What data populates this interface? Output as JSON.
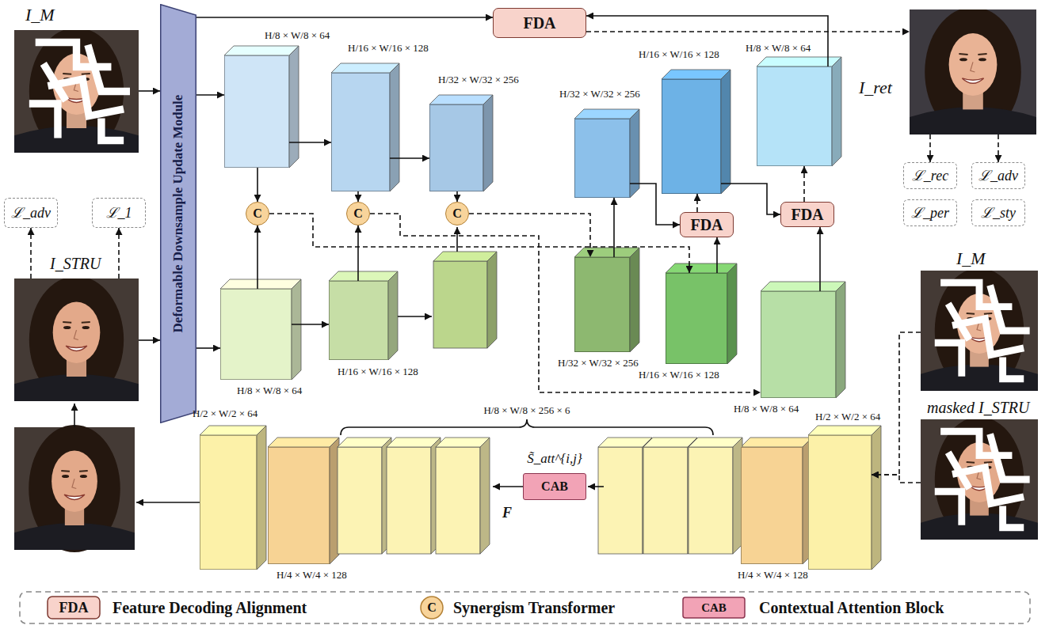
{
  "diagram": {
    "nodes": [
      {
        "text": [
          "I_M"
        ]
      },
      {
        "text": [
          "Deformable Downsample Update Module"
        ]
      },
      {
        "text": [
          "FDA"
        ]
      },
      {
        "text": [
          "I_ret"
        ]
      },
      {
        "text": [
          "H/8 × W/8 × 64"
        ]
      },
      {
        "text": [
          "H/16 × W/16 × 128"
        ]
      },
      {
        "text": [
          "H/32 × W/32 × 256"
        ]
      },
      {
        "text": [
          "H/32 × W/32 × 256"
        ]
      },
      {
        "text": [
          "H/16 × W/16 × 128"
        ]
      },
      {
        "text": [
          "H/8 × W/8 × 64"
        ]
      },
      {
        "text": [
          "ℒ_adv"
        ]
      },
      {
        "text": [
          "ℒ_1"
        ]
      },
      {
        "text": [
          "ℒ_rec"
        ]
      },
      {
        "text": [
          "ℒ_adv"
        ]
      },
      {
        "text": [
          "ℒ_per"
        ]
      },
      {
        "text": [
          "ℒ_sty"
        ]
      },
      {
        "text": [
          "C"
        ]
      },
      {
        "text": [
          "C"
        ]
      },
      {
        "text": [
          "C"
        ]
      },
      {
        "text": [
          "FDA"
        ]
      },
      {
        "text": [
          "FDA"
        ]
      },
      {
        "text": [
          "I_STRU"
        ]
      },
      {
        "text": [
          "I_M"
        ]
      },
      {
        "text": [
          "H/8 × W/8 × 64"
        ]
      },
      {
        "text": [
          "H/16 × W/16 × 128"
        ]
      },
      {
        "text": [
          "H/32 × W/32 × 256"
        ]
      },
      {
        "text": [
          "H/16 × W/16 × 128"
        ]
      },
      {
        "text": [
          "H/8 × W/8 × 64"
        ]
      },
      {
        "text": [
          "masked I_STRU"
        ]
      },
      {
        "text": [
          "CAB"
        ]
      },
      {
        "text": [
          "H/2 × W/2 × 64"
        ]
      },
      {
        "text": [
          "H/4 × W/4 × 128"
        ]
      },
      {
        "text": [
          "H/4 × W/4 × 128"
        ]
      },
      {
        "text": [
          "H/2 × W/2 × 64"
        ]
      }
    ],
    "edges": [
      {
        "from": 0,
        "to": 1,
        "arrow": "to"
      },
      {
        "from": 21,
        "to": 1,
        "arrow": "to"
      },
      {
        "from": 1,
        "to": 2,
        "arrow": "to"
      },
      {
        "from": 1,
        "to": 4,
        "arrow": "to"
      },
      {
        "from": 1,
        "to": 23,
        "arrow": "to"
      },
      {
        "from": 4,
        "to": 5,
        "arrow": "to"
      },
      {
        "from": 5,
        "to": 6,
        "arrow": "to"
      },
      {
        "from": 23,
        "to": 24,
        "arrow": "to"
      },
      {
        "from": 4,
        "to": 16,
        "arrow": "to"
      },
      {
        "from": 23,
        "to": 16,
        "arrow": "to"
      },
      {
        "from": 5,
        "to": 17,
        "arrow": "to"
      },
      {
        "from": 24,
        "to": 17,
        "arrow": "to"
      },
      {
        "from": 6,
        "to": 18,
        "arrow": "to"
      },
      {
        "from": 16,
        "to": 26,
        "arrow": "to"
      },
      {
        "from": 17,
        "to": 27,
        "arrow": "to"
      },
      {
        "from": 18,
        "to": 25,
        "arrow": "to"
      },
      {
        "from": 25,
        "to": 7,
        "arrow": "to"
      },
      {
        "from": 7,
        "to": 19,
        "arrow": "to"
      },
      {
        "from": 26,
        "to": 19,
        "arrow": "to"
      },
      {
        "from": 19,
        "to": 8,
        "arrow": "to"
      },
      {
        "from": 8,
        "to": 20,
        "arrow": "to"
      },
      {
        "from": 27,
        "to": 20,
        "arrow": "to"
      },
      {
        "from": 20,
        "to": 9,
        "arrow": "to"
      },
      {
        "from": 9,
        "to": 2,
        "arrow": "to"
      },
      {
        "from": 2,
        "to": 3,
        "arrow": "to"
      },
      {
        "from": 3,
        "to": 12,
        "arrow": "to"
      },
      {
        "from": 3,
        "to": 13,
        "arrow": "to"
      },
      {
        "from": 21,
        "to": 10,
        "arrow": "to"
      },
      {
        "from": 21,
        "to": 11,
        "arrow": "to"
      },
      {
        "from": 22,
        "to": 33,
        "arrow": "to"
      },
      {
        "from": 28,
        "to": 33,
        "arrow": "to"
      }
    ],
    "labels": [
      "H/8 × W/8 × 256 × 6",
      "S̃_att^{i,j}",
      "F",
      "FDA",
      "C",
      "CAB"
    ],
    "legend": [
      {
        "text": "Feature Decoding Alignment"
      },
      {
        "text": "Synergism Transformer"
      },
      {
        "text": "Contextual Attention Block"
      }
    ]
  }
}
